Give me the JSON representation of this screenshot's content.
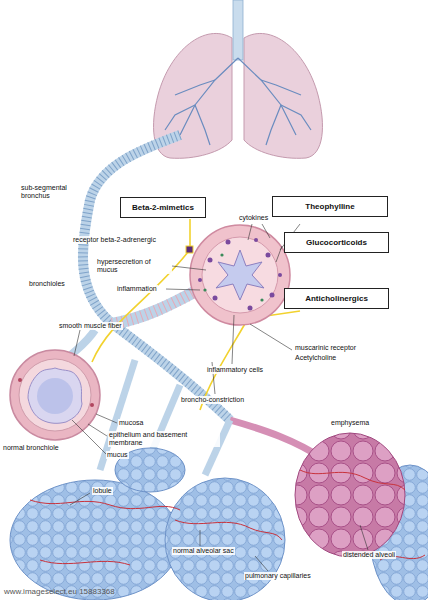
{
  "diagram": {
    "nodes": [
      {
        "text": [
          "Beta-2-mimetics"
        ]
      },
      {
        "text": [
          "Theophylline"
        ]
      },
      {
        "text": [
          "Glucocorticoids"
        ]
      },
      {
        "text": [
          "Anticholinergics"
        ]
      }
    ],
    "labels": [
      "sub-segmental bronchus",
      "receptor beta-2-adrenergic",
      "cytokines",
      "hypersecretion of mucus",
      "inflammation",
      "muscarinic receptor",
      "Acetylcholine",
      "inflammatory cells",
      "bronchioles",
      "smooth muscle fiber",
      "broncho-constriction",
      "mucosa",
      "emphysema",
      "epithelium and basement membrane",
      "mucus",
      "normal bronchiole",
      "lobule",
      "normal alveolar sac",
      "distended alveoli",
      "pulmonary capillaries",
      "www.imageselect.eu 15883368"
    ]
  }
}
